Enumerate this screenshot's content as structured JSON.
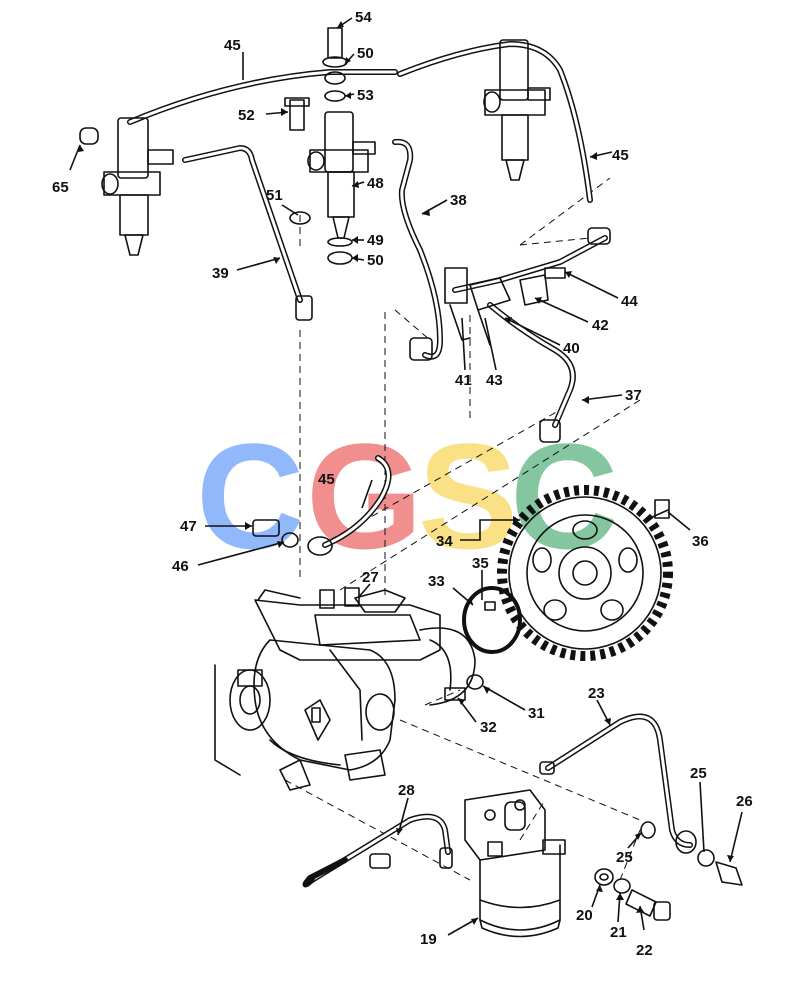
{
  "watermark": {
    "letters": [
      "C",
      "G",
      "S",
      "C"
    ],
    "colors": [
      "#4f8ef7",
      "#ea4b4b",
      "#f7cf3c",
      "#3aa466"
    ]
  },
  "callouts": [
    {
      "id": "54",
      "text": "54"
    },
    {
      "id": "50a",
      "text": "50"
    },
    {
      "id": "53",
      "text": "53"
    },
    {
      "id": "52",
      "text": "52"
    },
    {
      "id": "45a",
      "text": "45"
    },
    {
      "id": "45b",
      "text": "45"
    },
    {
      "id": "45c",
      "text": "45"
    },
    {
      "id": "65",
      "text": "65"
    },
    {
      "id": "48",
      "text": "48"
    },
    {
      "id": "51",
      "text": "51"
    },
    {
      "id": "49",
      "text": "49"
    },
    {
      "id": "50b",
      "text": "50"
    },
    {
      "id": "39",
      "text": "39"
    },
    {
      "id": "38",
      "text": "38"
    },
    {
      "id": "44",
      "text": "44"
    },
    {
      "id": "42",
      "text": "42"
    },
    {
      "id": "40",
      "text": "40"
    },
    {
      "id": "41",
      "text": "41"
    },
    {
      "id": "43",
      "text": "43"
    },
    {
      "id": "37",
      "text": "37"
    },
    {
      "id": "36",
      "text": "36"
    },
    {
      "id": "47",
      "text": "47"
    },
    {
      "id": "46",
      "text": "46"
    },
    {
      "id": "34",
      "text": "34"
    },
    {
      "id": "35",
      "text": "35"
    },
    {
      "id": "33",
      "text": "33"
    },
    {
      "id": "27",
      "text": "27"
    },
    {
      "id": "31",
      "text": "31"
    },
    {
      "id": "32",
      "text": "32"
    },
    {
      "id": "23",
      "text": "23"
    },
    {
      "id": "28",
      "text": "28"
    },
    {
      "id": "25a",
      "text": "25"
    },
    {
      "id": "25b",
      "text": "25"
    },
    {
      "id": "26",
      "text": "26"
    },
    {
      "id": "20",
      "text": "20"
    },
    {
      "id": "21",
      "text": "21"
    },
    {
      "id": "22",
      "text": "22"
    },
    {
      "id": "19",
      "text": "19"
    }
  ]
}
